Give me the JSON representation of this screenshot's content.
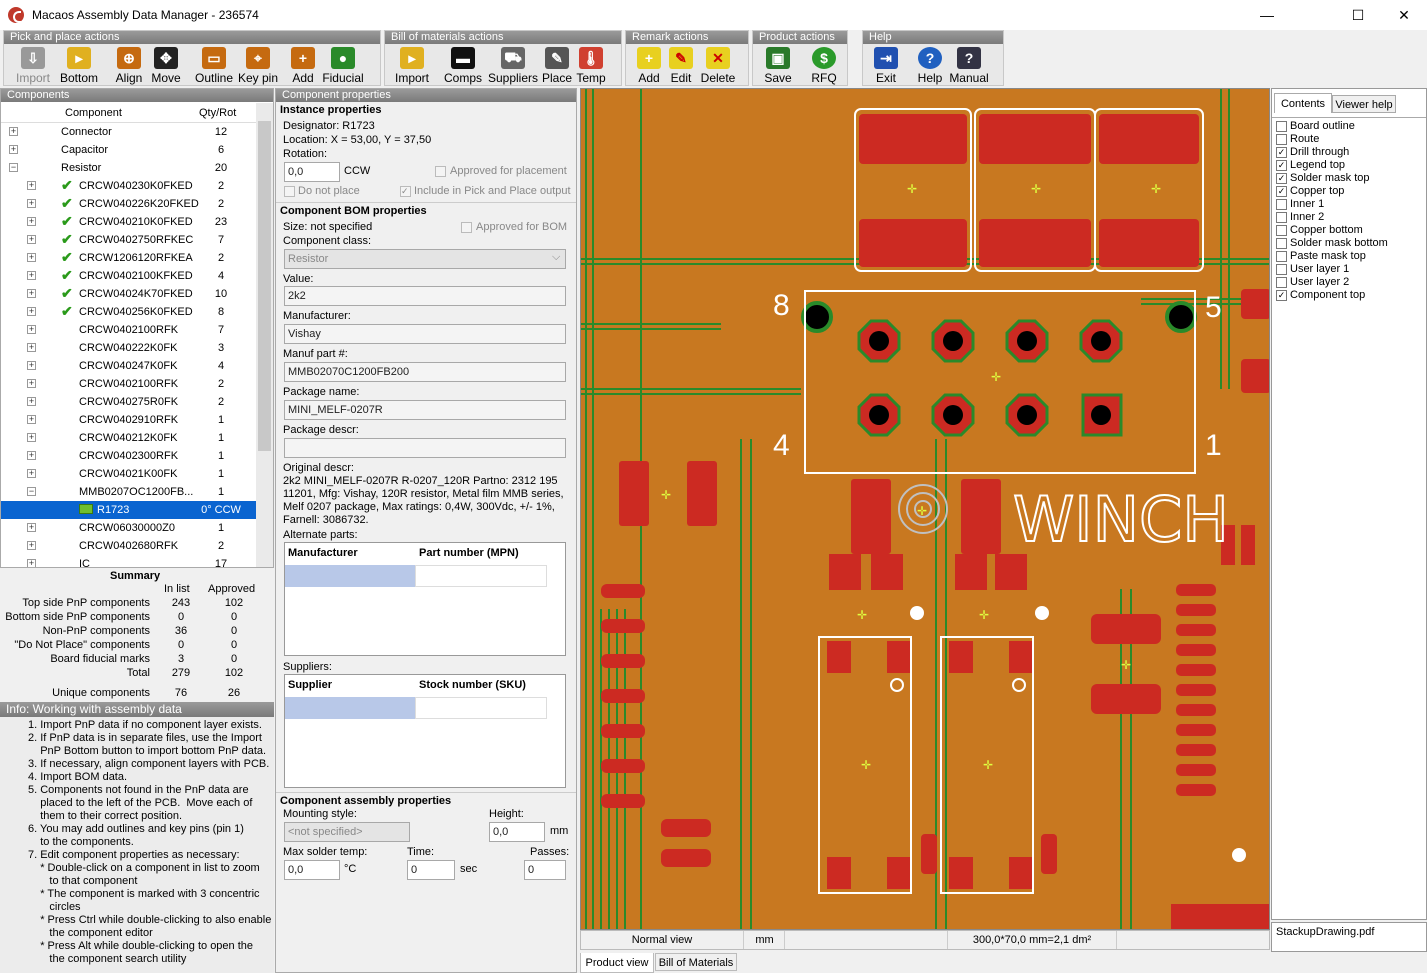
{
  "window": {
    "title": "Macaos Assembly Data Manager - 236574",
    "minimize": "—",
    "maximize": "☐",
    "close": "✕"
  },
  "toolbar": {
    "groups": [
      {
        "title": "Pick and place actions",
        "buttons": [
          "Import",
          "Bottom",
          "Align",
          "Move",
          "Outline",
          "Key pin",
          "Add",
          "Fiducial"
        ]
      },
      {
        "title": "Bill of materials actions",
        "buttons": [
          "Import",
          "Comps",
          "Suppliers",
          "Place",
          "Temp"
        ]
      },
      {
        "title": "Remark actions",
        "buttons": [
          "Add",
          "Edit",
          "Delete"
        ]
      },
      {
        "title": "Product actions",
        "buttons": [
          "Save",
          "RFQ"
        ]
      },
      {
        "title": "Help",
        "buttons": [
          "Exit",
          "Help",
          "Manual"
        ]
      }
    ]
  },
  "components": {
    "title": "Components",
    "col_component": "Component",
    "col_qty": "Qty/Rot",
    "rows": [
      {
        "label": "Connector",
        "qty": "12",
        "exp": "+"
      },
      {
        "label": "Capacitor",
        "qty": "6",
        "exp": "+"
      },
      {
        "label": "Resistor",
        "qty": "20",
        "exp": "−"
      },
      {
        "label": "CRCW040230K0FKED",
        "qty": "2",
        "exp": "+",
        "check": true
      },
      {
        "label": "CRCW040226K20FKED",
        "qty": "2",
        "exp": "+",
        "check": true
      },
      {
        "label": "CRCW040210K0FKED",
        "qty": "23",
        "exp": "+",
        "check": true
      },
      {
        "label": "CRCW0402750RFKEC",
        "qty": "7",
        "exp": "+",
        "check": true
      },
      {
        "label": "CRCW1206120RFKEA",
        "qty": "2",
        "exp": "+",
        "check": true
      },
      {
        "label": "CRCW0402100KFKED",
        "qty": "4",
        "exp": "+",
        "check": true
      },
      {
        "label": "CRCW04024K70FKED",
        "qty": "10",
        "exp": "+",
        "check": true
      },
      {
        "label": "CRCW040256K0FKED",
        "qty": "8",
        "exp": "+",
        "check": true
      },
      {
        "label": "CRCW0402100RFK",
        "qty": "7",
        "exp": "+"
      },
      {
        "label": "CRCW040222K0FK",
        "qty": "3",
        "exp": "+"
      },
      {
        "label": "CRCW040247K0FK",
        "qty": "4",
        "exp": "+"
      },
      {
        "label": "CRCW0402100RFK",
        "qty": "2",
        "exp": "+"
      },
      {
        "label": "CRCW040275R0FK",
        "qty": "2",
        "exp": "+"
      },
      {
        "label": "CRCW0402910RFK",
        "qty": "1",
        "exp": "+"
      },
      {
        "label": "CRCW040212K0FK",
        "qty": "1",
        "exp": "+"
      },
      {
        "label": "CRCW0402300RFK",
        "qty": "1",
        "exp": "+"
      },
      {
        "label": "CRCW04021K00FK",
        "qty": "1",
        "exp": "+"
      },
      {
        "label": "MMB0207OC1200FB...",
        "qty": "1",
        "exp": "−"
      },
      {
        "label": "R1723",
        "qty": "0° CCW",
        "sel": true
      },
      {
        "label": "CRCW06030000Z0",
        "qty": "1",
        "exp": "+"
      },
      {
        "label": "CRCW0402680RFK",
        "qty": "2",
        "exp": "+"
      },
      {
        "label": "IC",
        "qty": "17",
        "exp": "+"
      }
    ]
  },
  "summary": {
    "title": "Summary",
    "col_in_list": "In list",
    "col_approved": "Approved",
    "rows": [
      {
        "label": "Top side PnP components",
        "in": "243",
        "ap": "102"
      },
      {
        "label": "Bottom side PnP components",
        "in": "0",
        "ap": "0"
      },
      {
        "label": "Non-PnP components",
        "in": "36",
        "ap": "0"
      },
      {
        "label": "\"Do Not Place\" components",
        "in": "0",
        "ap": "0"
      },
      {
        "label": "Board fiducial marks",
        "in": "3",
        "ap": "0"
      },
      {
        "label": "Total",
        "in": "279",
        "ap": "102"
      },
      {
        "label": "Unique components",
        "in": "76",
        "ap": "26"
      }
    ]
  },
  "info": {
    "title": "Info: Working with assembly data",
    "lines": [
      "1. Import PnP data if no component layer exists.",
      "2. If PnP data is in separate files, use the Import",
      "    PnP Bottom button to import bottom PnP data.",
      "3. If necessary, align component layers with PCB.",
      "4. Import BOM data.",
      "5. Components not found in the PnP data are",
      "    placed to the left of the PCB.  Move each of",
      "    them to their correct position.",
      "6. You may add outlines and key pins (pin 1)",
      "    to the components.",
      "7. Edit component properties as necessary:",
      "    * Double-click on a component in list to zoom",
      "       to that component",
      "    * The component is marked with 3 concentric",
      "       circles",
      "    * Press Ctrl while double-clicking to also enable",
      "       the component editor",
      "    * Press Alt while double-clicking to open the",
      "       the component search utility"
    ]
  },
  "props": {
    "title": "Component properties",
    "instance_title": "Instance properties",
    "designator": "Designator:  R1723",
    "location": "Location:  X = 53,00, Y = 37,50",
    "rotation_label": "Rotation:",
    "rotation": "0,0",
    "ccw": "CCW",
    "approved_place": "Approved for placement",
    "do_not_place": "Do not place",
    "include_pnp": "Include in Pick and Place output",
    "bom_title": "Component BOM properties",
    "size": "Size:  not specified",
    "approved_bom": "Approved for BOM",
    "class_label": "Component class:",
    "class_value": "Resistor",
    "value_label": "Value:",
    "value": "2k2",
    "manuf_label": "Manufacturer:",
    "manuf": "Vishay",
    "part_label": "Manuf part #:",
    "part": "MMB02070C1200FB200",
    "pkg_label": "Package name:",
    "pkg": "MINI_MELF-0207R",
    "pkgd_label": "Package descr:",
    "pkgd": "",
    "orig_label": "Original descr:",
    "orig_lines": [
      "2k2 MINI_MELF-0207R R-0207_120R Partno: 2312 195",
      "11201, Mfg: Vishay, 120R resistor, Metal film MMB series,",
      "Melf 0207 package, Max ratings: 0,4W, 300Vdc, +/- 1%,",
      "Farnell: 3086732."
    ],
    "alt_label": "Alternate parts:",
    "alt_col1": "Manufacturer",
    "alt_col2": "Part number (MPN)",
    "sup_label": "Suppliers:",
    "sup_col1": "Supplier",
    "sup_col2": "Stock number (SKU)",
    "asm_title": "Component assembly properties",
    "mount_label": "Mounting style:",
    "mount": "<not specified>",
    "height_label": "Height:",
    "height": "0,0",
    "mm": "mm",
    "solder_label": "Max solder temp:",
    "solder": "0,0",
    "degc": "°C",
    "time_label": "Time:",
    "time": "0",
    "sec": "sec",
    "passes_label": "Passes:",
    "passes": "0"
  },
  "pcb": {
    "text": "WINCH",
    "pin8": "8",
    "pin5": "5",
    "pin4": "4",
    "pin1": "1"
  },
  "status": {
    "view": "Normal view",
    "unit": "mm",
    "size": "300,0*70,0 mm=2,1 dm²"
  },
  "tabs": {
    "product": "Product view",
    "bom": "Bill of Materials"
  },
  "layers": {
    "tab_contents": "Contents",
    "tab_help": "Viewer help",
    "items": [
      {
        "label": "Board outline",
        "on": false
      },
      {
        "label": "Route",
        "on": false
      },
      {
        "label": "Drill through",
        "on": true
      },
      {
        "label": "Legend top",
        "on": true
      },
      {
        "label": "Solder mask top",
        "on": true
      },
      {
        "label": "Copper top",
        "on": true
      },
      {
        "label": "Inner 1",
        "on": false
      },
      {
        "label": "Inner 2",
        "on": false
      },
      {
        "label": "Copper bottom",
        "on": false
      },
      {
        "label": "Solder mask bottom",
        "on": false
      },
      {
        "label": "Paste mask top",
        "on": false
      },
      {
        "label": "User layer 1",
        "on": false
      },
      {
        "label": "User layer 2",
        "on": false
      },
      {
        "label": "Component top",
        "on": true
      }
    ],
    "file": "StackupDrawing.pdf"
  },
  "colors": {
    "board": "#c87820",
    "pad": "#cc2a22",
    "mask": "#2c8a2c",
    "legend": "#ffffff",
    "select": "#0a64d0"
  }
}
